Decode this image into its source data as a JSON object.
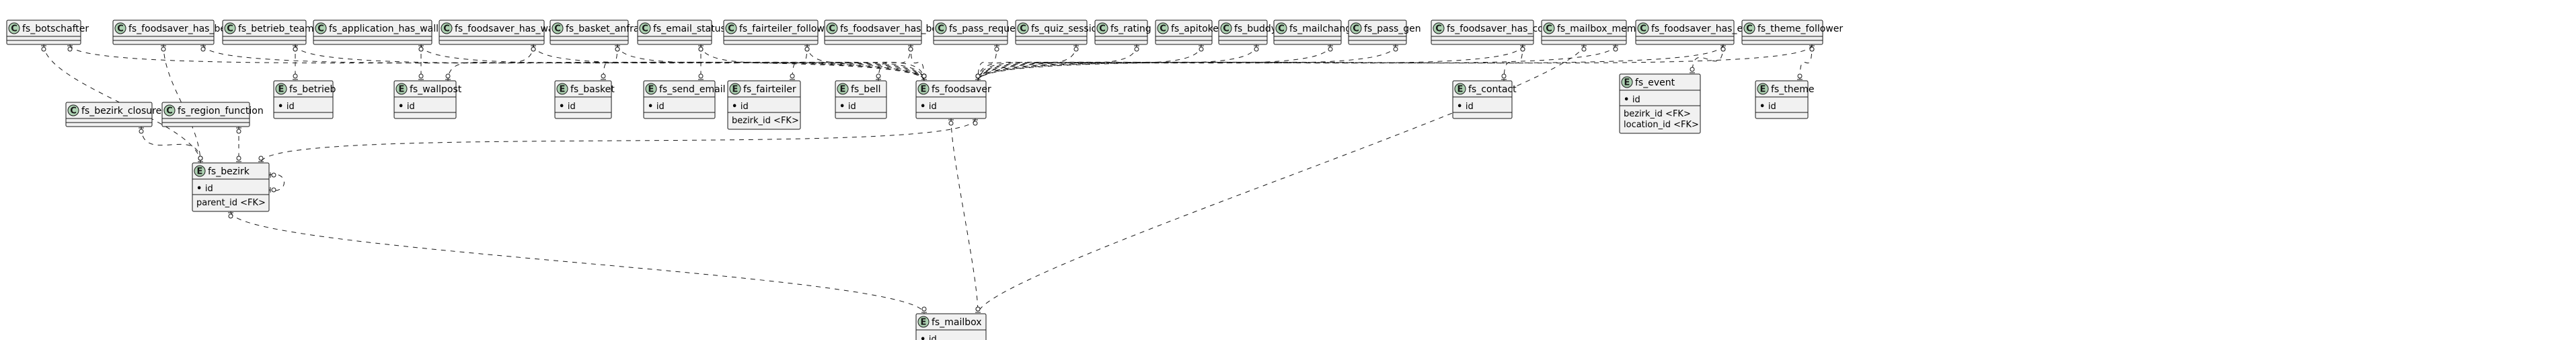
{
  "entities": [
    {
      "id": "fs_botschafter",
      "kind": "class",
      "title": "fs_botschafter",
      "attrs": []
    },
    {
      "id": "fs_foodsaver_has_bezirk",
      "kind": "class",
      "title": "fs_foodsaver_has_bezirk",
      "attrs": []
    },
    {
      "id": "fs_betrieb_team",
      "kind": "class",
      "title": "fs_betrieb_team",
      "attrs": []
    },
    {
      "id": "fs_application_has_wallpost",
      "kind": "class",
      "title": "fs_application_has_wallpost",
      "attrs": []
    },
    {
      "id": "fs_foodsaver_has_wallpost",
      "kind": "class",
      "title": "fs_foodsaver_has_wallpost",
      "attrs": []
    },
    {
      "id": "fs_basket_anfrage",
      "kind": "class",
      "title": "fs_basket_anfrage",
      "attrs": []
    },
    {
      "id": "fs_email_status",
      "kind": "class",
      "title": "fs_email_status",
      "attrs": []
    },
    {
      "id": "fs_fairteiler_follower",
      "kind": "class",
      "title": "fs_fairteiler_follower",
      "attrs": []
    },
    {
      "id": "fs_foodsaver_has_bell",
      "kind": "class",
      "title": "fs_foodsaver_has_bell",
      "attrs": []
    },
    {
      "id": "fs_pass_request",
      "kind": "class",
      "title": "fs_pass_request",
      "attrs": []
    },
    {
      "id": "fs_quiz_session",
      "kind": "class",
      "title": "fs_quiz_session",
      "attrs": []
    },
    {
      "id": "fs_rating",
      "kind": "class",
      "title": "fs_rating",
      "attrs": []
    },
    {
      "id": "fs_apitoken",
      "kind": "class",
      "title": "fs_apitoken",
      "attrs": []
    },
    {
      "id": "fs_buddy",
      "kind": "class",
      "title": "fs_buddy",
      "attrs": []
    },
    {
      "id": "fs_mailchange",
      "kind": "class",
      "title": "fs_mailchange",
      "attrs": []
    },
    {
      "id": "fs_pass_gen",
      "kind": "class",
      "title": "fs_pass_gen",
      "attrs": []
    },
    {
      "id": "fs_foodsaver_has_contact",
      "kind": "class",
      "title": "fs_foodsaver_has_contact",
      "attrs": []
    },
    {
      "id": "fs_mailbox_member",
      "kind": "class",
      "title": "fs_mailbox_member",
      "attrs": []
    },
    {
      "id": "fs_foodsaver_has_event",
      "kind": "class",
      "title": "fs_foodsaver_has_event",
      "attrs": []
    },
    {
      "id": "fs_theme_follower",
      "kind": "class",
      "title": "fs_theme_follower",
      "attrs": []
    },
    {
      "id": "fs_bezirk_closure",
      "kind": "class",
      "title": "fs_bezirk_closure",
      "attrs": []
    },
    {
      "id": "fs_region_function",
      "kind": "class",
      "title": "fs_region_function",
      "attrs": []
    },
    {
      "id": "fs_betrieb",
      "kind": "entity",
      "title": "fs_betrieb",
      "attrs": [
        "id"
      ],
      "fks": []
    },
    {
      "id": "fs_wallpost",
      "kind": "entity",
      "title": "fs_wallpost",
      "attrs": [
        "id"
      ],
      "fks": []
    },
    {
      "id": "fs_basket",
      "kind": "entity",
      "title": "fs_basket",
      "attrs": [
        "id"
      ],
      "fks": []
    },
    {
      "id": "fs_send_email",
      "kind": "entity",
      "title": "fs_send_email",
      "attrs": [
        "id"
      ],
      "fks": []
    },
    {
      "id": "fs_fairteiler",
      "kind": "entity",
      "title": "fs_fairteiler",
      "attrs": [
        "id"
      ],
      "fks": [
        "bezirk_id <FK>"
      ]
    },
    {
      "id": "fs_bell",
      "kind": "entity",
      "title": "fs_bell",
      "attrs": [
        "id"
      ],
      "fks": []
    },
    {
      "id": "fs_foodsaver",
      "kind": "entity",
      "title": "fs_foodsaver",
      "attrs": [
        "id"
      ],
      "fks": []
    },
    {
      "id": "fs_contact",
      "kind": "entity",
      "title": "fs_contact",
      "attrs": [
        "id"
      ],
      "fks": []
    },
    {
      "id": "fs_event",
      "kind": "entity",
      "title": "fs_event",
      "attrs": [
        "id"
      ],
      "fks": [
        "bezirk_id <FK>",
        "location_id <FK>"
      ]
    },
    {
      "id": "fs_theme",
      "kind": "entity",
      "title": "fs_theme",
      "attrs": [
        "id"
      ],
      "fks": []
    },
    {
      "id": "fs_bezirk",
      "kind": "entity",
      "title": "fs_bezirk",
      "attrs": [
        "id"
      ],
      "fks": [
        "parent_id <FK>"
      ]
    },
    {
      "id": "fs_mailbox",
      "kind": "entity",
      "title": "fs_mailbox",
      "attrs": [
        "id"
      ],
      "fks": []
    }
  ],
  "relations": [
    [
      "fs_botschafter",
      "fs_foodsaver"
    ],
    [
      "fs_botschafter",
      "fs_bezirk"
    ],
    [
      "fs_foodsaver_has_bezirk",
      "fs_foodsaver"
    ],
    [
      "fs_foodsaver_has_bezirk",
      "fs_bezirk"
    ],
    [
      "fs_betrieb_team",
      "fs_betrieb"
    ],
    [
      "fs_betrieb_team",
      "fs_foodsaver"
    ],
    [
      "fs_application_has_wallpost",
      "fs_wallpost"
    ],
    [
      "fs_application_has_wallpost",
      "fs_foodsaver"
    ],
    [
      "fs_foodsaver_has_wallpost",
      "fs_wallpost"
    ],
    [
      "fs_foodsaver_has_wallpost",
      "fs_foodsaver"
    ],
    [
      "fs_basket_anfrage",
      "fs_basket"
    ],
    [
      "fs_basket_anfrage",
      "fs_foodsaver"
    ],
    [
      "fs_email_status",
      "fs_send_email"
    ],
    [
      "fs_email_status",
      "fs_foodsaver"
    ],
    [
      "fs_fairteiler_follower",
      "fs_fairteiler"
    ],
    [
      "fs_fairteiler_follower",
      "fs_foodsaver"
    ],
    [
      "fs_foodsaver_has_bell",
      "fs_bell"
    ],
    [
      "fs_foodsaver_has_bell",
      "fs_foodsaver"
    ],
    [
      "fs_pass_request",
      "fs_foodsaver"
    ],
    [
      "fs_quiz_session",
      "fs_foodsaver"
    ],
    [
      "fs_rating",
      "fs_foodsaver"
    ],
    [
      "fs_apitoken",
      "fs_foodsaver"
    ],
    [
      "fs_buddy",
      "fs_foodsaver"
    ],
    [
      "fs_mailchange",
      "fs_foodsaver"
    ],
    [
      "fs_pass_gen",
      "fs_foodsaver"
    ],
    [
      "fs_foodsaver_has_contact",
      "fs_contact"
    ],
    [
      "fs_foodsaver_has_contact",
      "fs_foodsaver"
    ],
    [
      "fs_mailbox_member",
      "fs_foodsaver"
    ],
    [
      "fs_mailbox_member",
      "fs_mailbox"
    ],
    [
      "fs_foodsaver_has_event",
      "fs_event"
    ],
    [
      "fs_foodsaver_has_event",
      "fs_foodsaver"
    ],
    [
      "fs_theme_follower",
      "fs_theme"
    ],
    [
      "fs_theme_follower",
      "fs_foodsaver"
    ],
    [
      "fs_bezirk_closure",
      "fs_bezirk"
    ],
    [
      "fs_region_function",
      "fs_bezirk"
    ],
    [
      "fs_foodsaver",
      "fs_bezirk"
    ],
    [
      "fs_foodsaver",
      "fs_mailbox"
    ],
    [
      "fs_bezirk",
      "fs_bezirk"
    ],
    [
      "fs_bezirk",
      "fs_mailbox"
    ]
  ],
  "badges": {
    "class": "C",
    "entity": "E"
  },
  "colors": {
    "fill": "#f1f1f1",
    "border": "#181818",
    "badge": "#add1b2"
  }
}
